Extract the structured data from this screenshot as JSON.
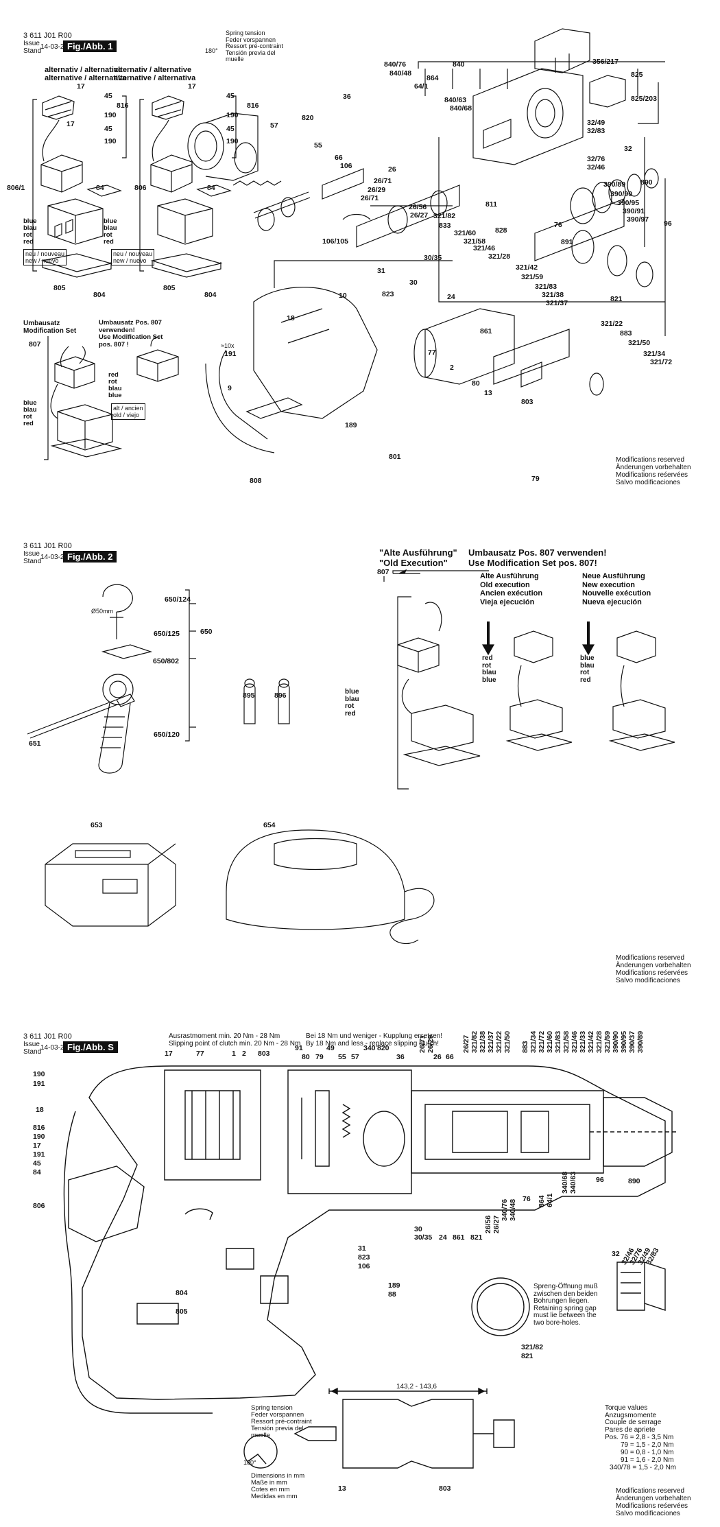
{
  "header": {
    "code": "3 611 J01 R00",
    "issue_label": "Issue",
    "stand_label": "Stand",
    "date": "14-03-27"
  },
  "figures": {
    "fig1": "Fig./Abb. 1",
    "fig2": "Fig./Abb. 2",
    "figS": "Fig./Abb. S"
  },
  "fig1": {
    "alt_left_1": "alternativ / alternative",
    "alt_left_2": "alternative / alternativa",
    "alt_mid_1": "alternativ / alternative",
    "alt_mid_2": "alternative / alternativa",
    "spring_note": "Spring tension\nFeder vorspannen\nRessort pré-contraint\nTensión previa del\nmuelle",
    "spring_angle": "180°",
    "mod_set_title": "Umbausatz\nModification Set",
    "mod_set_note": "Umbausatz Pos. 807\nverwenden!\nUse Modification Set\npos. 807 !",
    "wire_left": "blue\nblau\nrot\nred",
    "neu_box": "neu / nouveau\nnew / nuevo",
    "wire_mid": "blue\nblau\nrot\nred",
    "wire_alt": "red\nrot\nblau\nblue",
    "alt_box": "alt / ancien\nold / viejo",
    "wire_mod": "blue\nblau\nrot\nred",
    "x10": "≈10x",
    "modifications": "Modifications reserved\nÄnderungen vorbehalten\nModifications reśervées\nSalvo modificaciones",
    "labels": [
      "17",
      "45",
      "816",
      "190",
      "17",
      "45",
      "190",
      "806/1",
      "84",
      "805",
      "804",
      "17",
      "45",
      "816",
      "190",
      "45",
      "190",
      "806",
      "84",
      "805",
      "804",
      "807",
      "36",
      "57",
      "820",
      "55",
      "66",
      "106",
      "26",
      "26/71",
      "26/29",
      "26/71",
      "26/56",
      "26/27",
      "106/105",
      "31",
      "823",
      "30",
      "30/35",
      "24",
      "861",
      "833",
      "321/82",
      "321/60",
      "321/58",
      "321/46",
      "828",
      "321/28",
      "321/42",
      "321/59",
      "321/83",
      "321/38",
      "321/37",
      "840",
      "840/76",
      "840/48",
      "864",
      "64/1",
      "840/63",
      "840/68",
      "811",
      "76",
      "356/217",
      "825",
      "825/203",
      "32/49",
      "32/83",
      "32",
      "32/76",
      "32/46",
      "890",
      "390/89",
      "390/90",
      "390/95",
      "390/91",
      "390/97",
      "96",
      "891",
      "821",
      "321/22",
      "883",
      "321/50",
      "321/34",
      "321/72",
      "10",
      "18",
      "191",
      "9",
      "77",
      "2",
      "80",
      "13",
      "803",
      "189",
      "801",
      "79",
      "808"
    ]
  },
  "fig2": {
    "alt_exec_de": "\"Alte Ausführung\"",
    "alt_exec_en": "\"Old Execution\"",
    "use_mod_de": "Umbausatz Pos. 807 verwenden!",
    "use_mod_en": "Use Modification Set pos. 807!",
    "old_exec": "Alte Ausführung\nOld execution\nAncien exécution\nVieja ejecución",
    "new_exec": "Neue Ausführung\nNew execution\nNouvelle exécution\nNueva ejecución",
    "wire_807": "blue\nblau\nrot\nred",
    "wire_old": "red\nrot\nblau\nblue",
    "wire_new": "blue\nblau\nrot\nred",
    "diameter": "Ø50mm",
    "labels": [
      "650/124",
      "650",
      "650/125",
      "650/802",
      "651",
      "650/120",
      "895",
      "896",
      "807",
      "653",
      "654"
    ],
    "modifications": "Modifications reserved\nÄnderungen vorbehalten\nModifications reśervées\nSalvo modificaciones"
  },
  "figS": {
    "torque_note_1": "Ausrastmoment min. 20 Nm - 28 Nm",
    "torque_note_2": "Slipping point of clutch min. 20 Nm - 28 Nm",
    "clutch_note_1": "Bei 18 Nm und weniger - Kupplung ersetzen!",
    "clutch_note_2": "By 18 Nm and less - replace slipping clutch!",
    "spring_gap": "Spreng-Öffnung muß\nzwischen den beiden\nBohrungen liegen.\nRetaining spring gap\nmust lie between the\ntwo bore-holes.",
    "spring_tension": "Spring tension\nFeder vorspannen\nRessort pré-contraint\nTensión previa del\nmuelle",
    "spring_angle": "180°",
    "dimensions": "Dimensions in mm\nMaße in mm\nCotes en mm\nMedidas en mm",
    "dim_value": "143,2 - 143,6",
    "torque_title": "Torque values\nAnzugsmomente\nCouple de serrage\nPares de apriete",
    "torque_rows": [
      "Pos. 76  = 2,8 - 3,5 Nm",
      "79  = 1,5 - 2,0 Nm",
      "90  = 0,8 - 1,0 Nm",
      "91  = 1,6 - 2,0 Nm",
      "340/78  = 1,5 - 2,0 Nm"
    ],
    "modifications": "Modifications reserved\nÄnderungen vorbehalten\nModifications reśervées\nSalvo modificaciones",
    "top_labels": [
      "17",
      "77",
      "1",
      "2",
      "803",
      "91",
      "80",
      "79",
      "49",
      "55",
      "57",
      "340",
      "820",
      "36",
      "26/71",
      "26/29",
      "26",
      "66",
      "26/27",
      "321/82",
      "321/38",
      "321/37",
      "321/22",
      "321/50",
      "883",
      "321/34",
      "321/72",
      "321/60",
      "321/83",
      "321/58",
      "321/46",
      "321/33",
      "321/42",
      "321/28",
      "321/59",
      "390/90",
      "390/95",
      "390/37",
      "390/89"
    ],
    "left_labels": [
      "190",
      "191",
      "18",
      "816",
      "190",
      "17",
      "191",
      "45",
      "84",
      "806",
      "804",
      "805"
    ],
    "bottom_labels": [
      "30",
      "30/35",
      "24",
      "861",
      "821",
      "26/56",
      "26/27",
      "340/76",
      "340/48",
      "76",
      "864",
      "64/1",
      "340/68",
      "340/63",
      "96",
      "890",
      "31",
      "823",
      "106",
      "189",
      "88",
      "321/82",
      "821",
      "13",
      "803",
      "32",
      "32/46",
      "32/76",
      "32/49",
      "32/83"
    ]
  }
}
